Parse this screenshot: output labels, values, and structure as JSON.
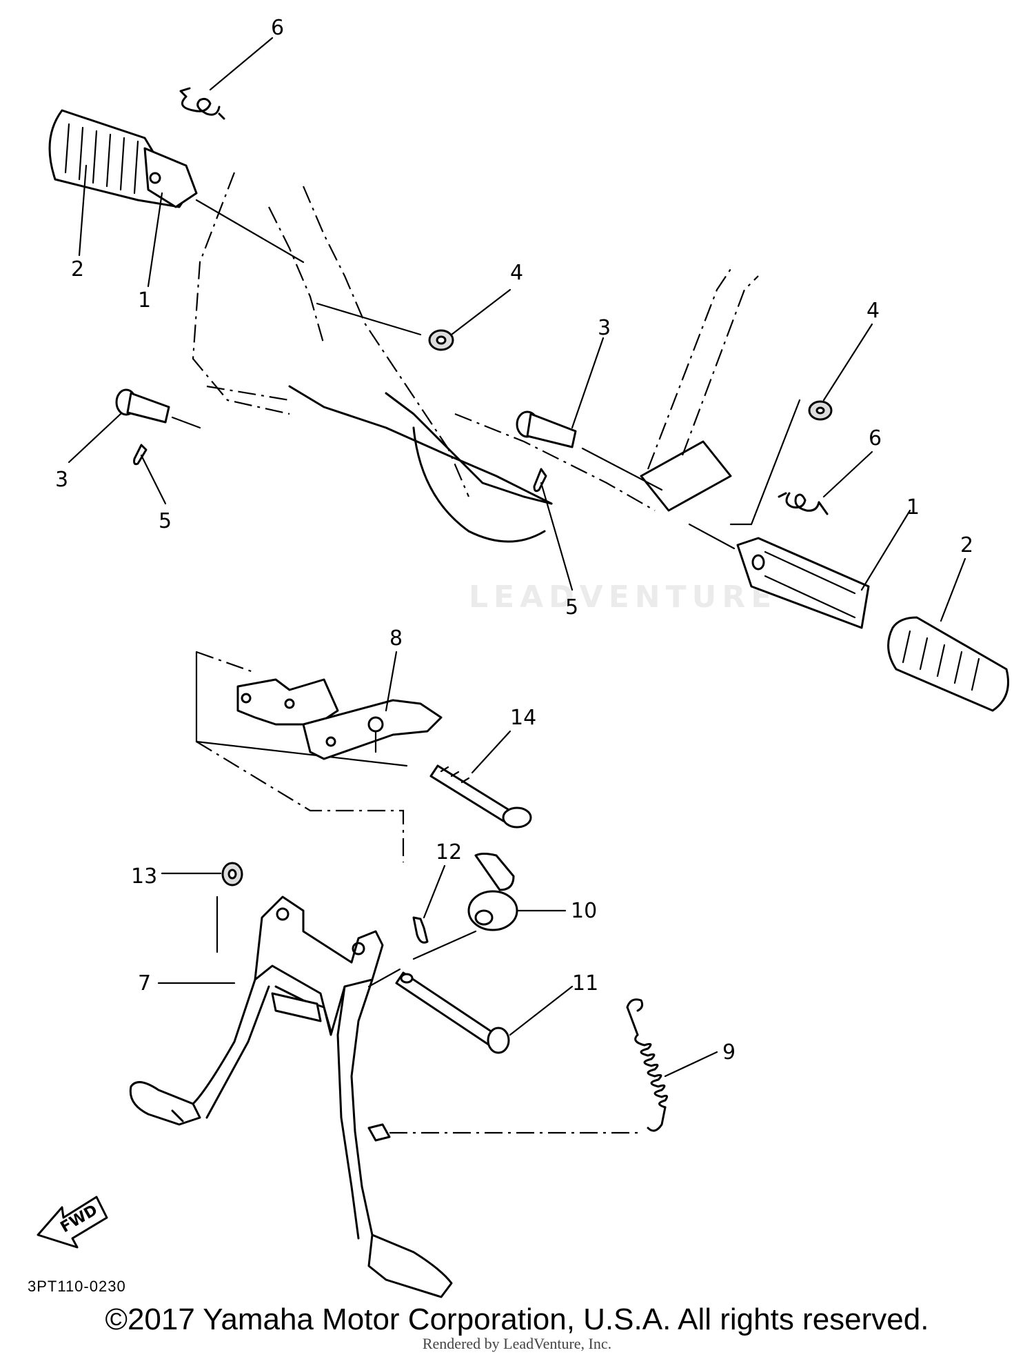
{
  "callouts": {
    "c1_left": "1",
    "c2_left": "2",
    "c3_left": "3",
    "c4_left": "4",
    "c5_left": "5",
    "c6_top": "6",
    "c3_right": "3",
    "c4_right": "4",
    "c5_right": "5",
    "c6_right": "6",
    "c1_right": "1",
    "c2_right": "2",
    "c7": "7",
    "c8": "8",
    "c9": "9",
    "c10": "10",
    "c11": "11",
    "c12": "12",
    "c13": "13",
    "c14": "14"
  },
  "forward_label": "FWD",
  "reference_code": "3PT110-0230",
  "copyright": "©2017 Yamaha Motor Corporation, U.S.A. All rights reserved.",
  "rendered_by": "Rendered by LeadVenture, Inc.",
  "watermark": "LEADVENTURE"
}
